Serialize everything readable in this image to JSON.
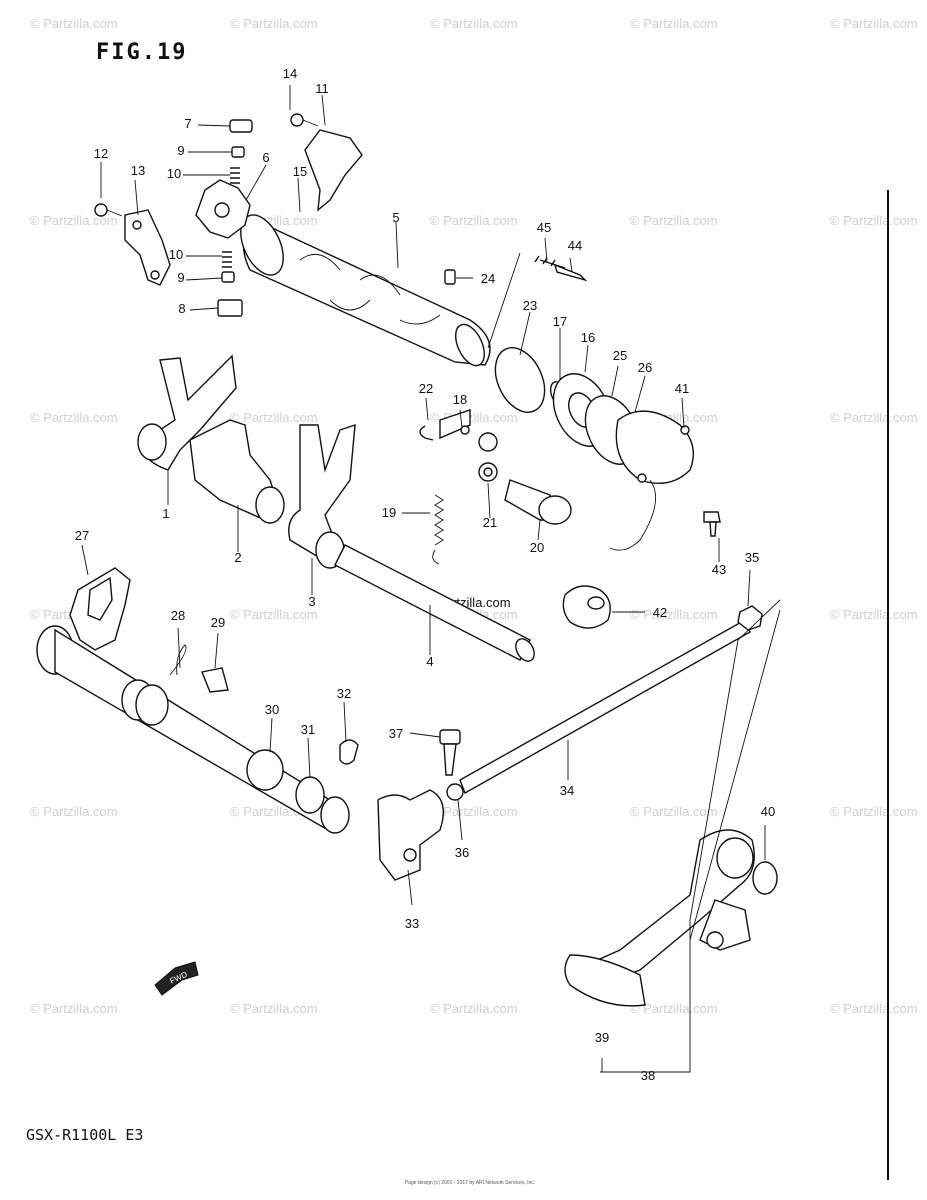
{
  "figure": {
    "title": "FIG.19",
    "model_code": "GSX-R1100L  E3",
    "footer": "Page design (c) 2001 - 2017 by ARI Network Services, Inc."
  },
  "watermark": "© Partzilla.com",
  "callouts": [
    "1",
    "2",
    "3",
    "4",
    "5",
    "6",
    "7",
    "8",
    "9",
    "9",
    "10",
    "10",
    "11",
    "12",
    "13",
    "14",
    "15",
    "16",
    "17",
    "18",
    "19",
    "20",
    "21",
    "22",
    "23",
    "24",
    "25",
    "26",
    "27",
    "28",
    "29",
    "30",
    "31",
    "32",
    "33",
    "34",
    "35",
    "36",
    "37",
    "38",
    "39",
    "40",
    "41",
    "42",
    "43",
    "44",
    "45"
  ],
  "fwd_label": "FWD"
}
